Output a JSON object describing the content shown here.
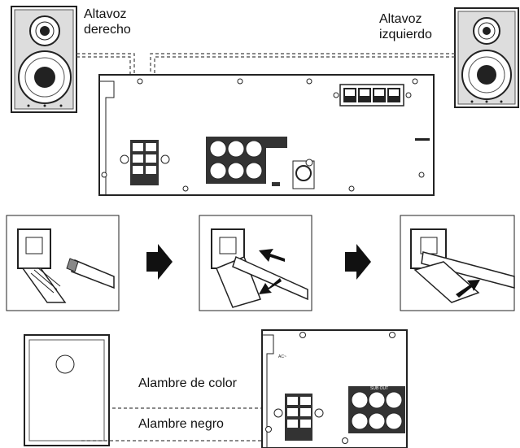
{
  "labels": {
    "right_speaker": "Altavoz\nderecho",
    "right_speaker_l1": "Altavoz",
    "right_speaker_l2": "derecho",
    "left_speaker_l1": "Altavoz",
    "left_speaker_l2": "izquierdo",
    "colored_wire": "Alambre de color",
    "black_wire": "Alambre negro"
  },
  "panel_labels": {
    "sub_out": "SUB OUT",
    "ac": "AC~"
  },
  "steps": [
    {
      "name": "step-1-strip-wire"
    },
    {
      "name": "step-2-insert-wire"
    },
    {
      "name": "step-3-release-lever"
    }
  ]
}
